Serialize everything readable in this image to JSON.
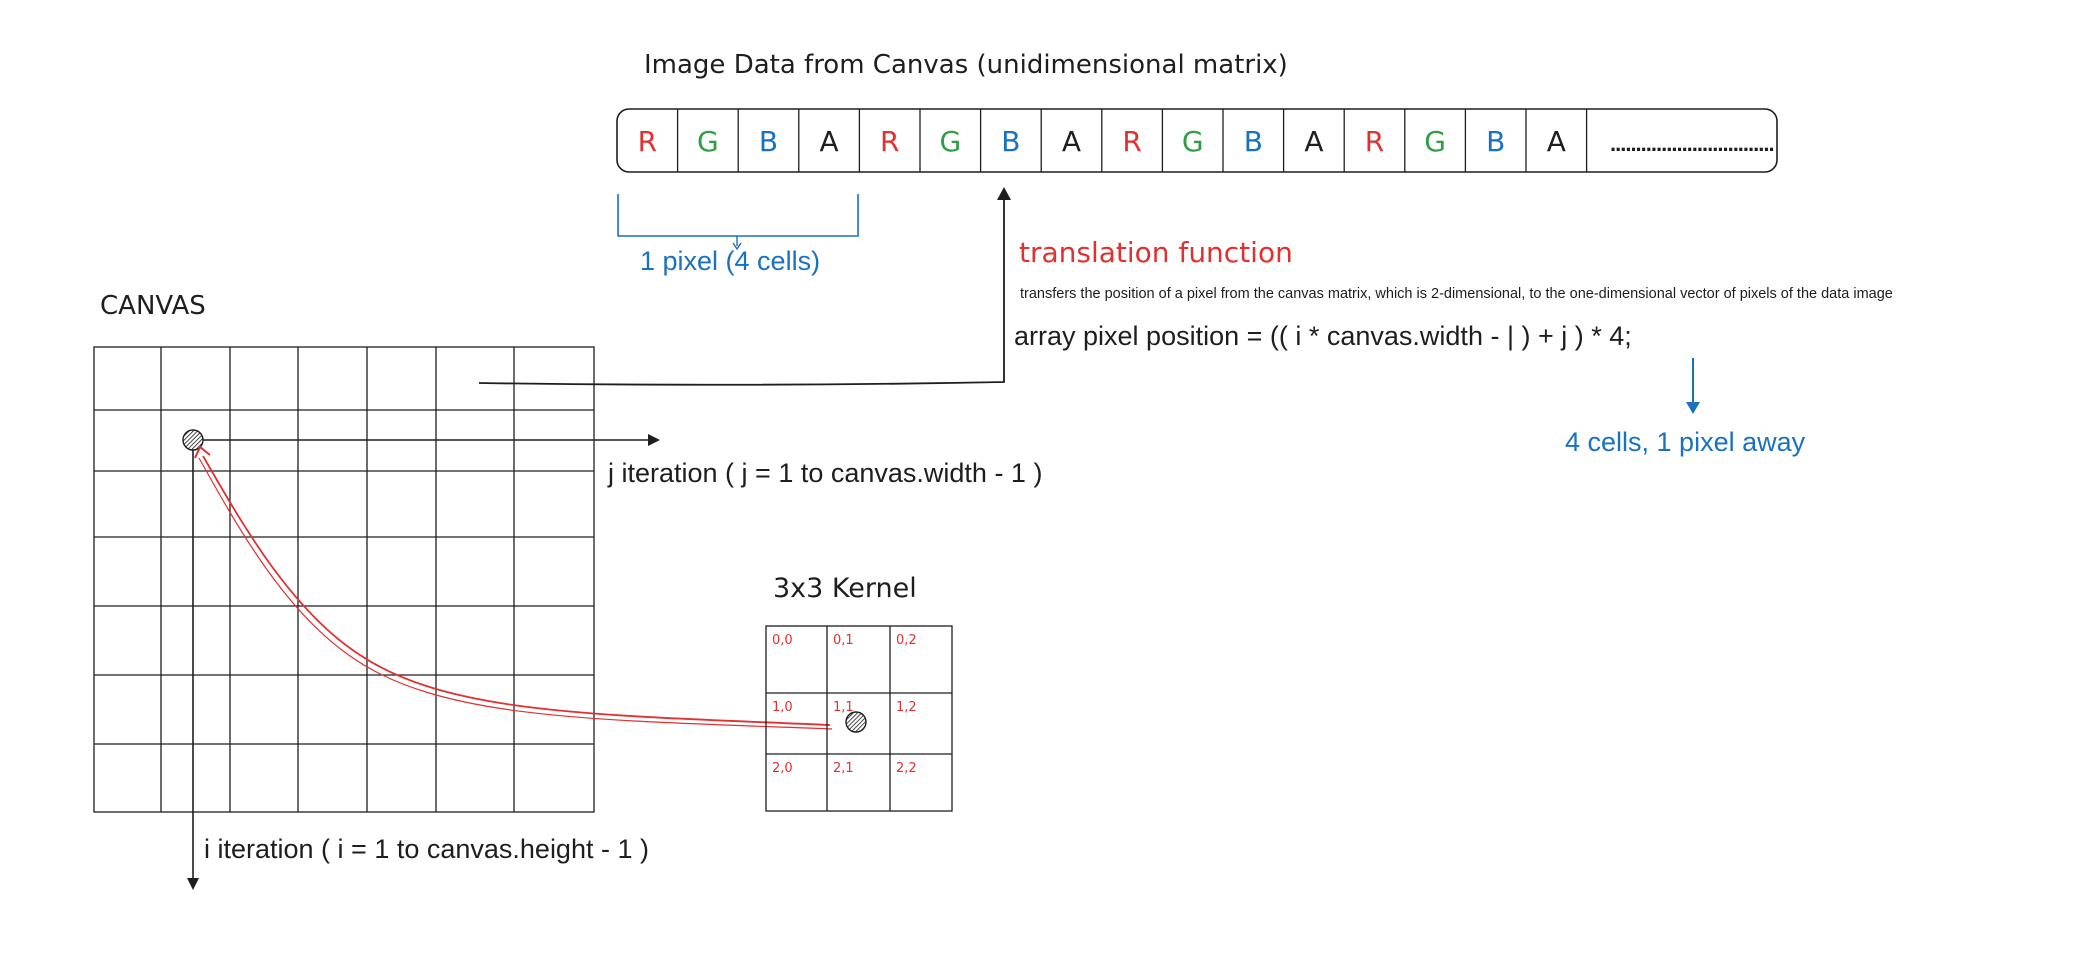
{
  "colors": {
    "ink": "#1e1e1e",
    "red": "#e03131",
    "green": "#2f9e44",
    "blue": "#1971c2",
    "background": "#ffffff"
  },
  "image_data": {
    "title": "Image Data from Canvas (unidimensional matrix)",
    "cells": [
      "R",
      "G",
      "B",
      "A",
      "R",
      "G",
      "B",
      "A",
      "R",
      "G",
      "B",
      "A",
      "R",
      "G",
      "B",
      "A"
    ],
    "ellipsis": "................................"
  },
  "pixel_group": {
    "label": "1 pixel (4 cells)"
  },
  "translation": {
    "title": "translation function",
    "description": "transfers the position of a pixel from the canvas matrix, which is 2-dimensional, to the one-dimensional vector of pixels of the data image",
    "formula": "array pixel position = (( i * canvas.width - | ) + j ) * 4;",
    "note": "4 cells, 1 pixel away"
  },
  "canvas": {
    "title": "CANVAS",
    "j_label": "j iteration ( j = 1 to canvas.width - 1 )",
    "i_label": "i iteration ( i = 1 to canvas.height - 1 )"
  },
  "kernel": {
    "title": "3x3 Kernel",
    "cells": [
      "0,0",
      "0,1",
      "0,2",
      "1,0",
      "1,1",
      "1,2",
      "2,0",
      "2,1",
      "2,2"
    ]
  }
}
